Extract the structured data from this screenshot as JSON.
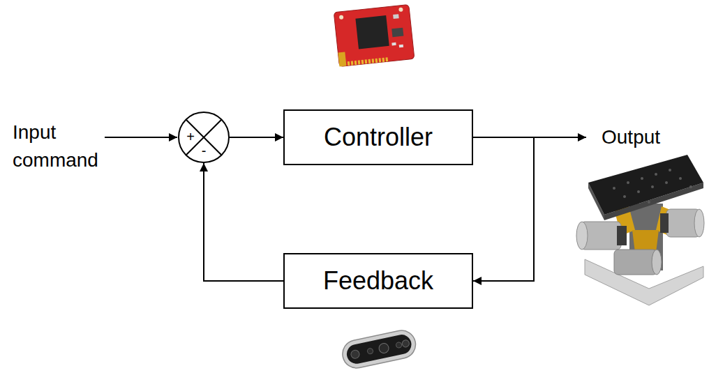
{
  "diagram": {
    "nodes": [
      {
        "text": [
          "+",
          "-"
        ]
      },
      {
        "text": [
          "Controller"
        ]
      },
      {
        "text": [
          "Feedback"
        ]
      }
    ],
    "edges": [
      {
        "from": 0,
        "to": 1,
        "arrow": "to"
      },
      {
        "from": 1,
        "to": 2,
        "arrow": "to"
      },
      {
        "from": 2,
        "to": 0,
        "arrow": "to"
      }
    ],
    "labels": [
      "Input command",
      "Output"
    ]
  }
}
